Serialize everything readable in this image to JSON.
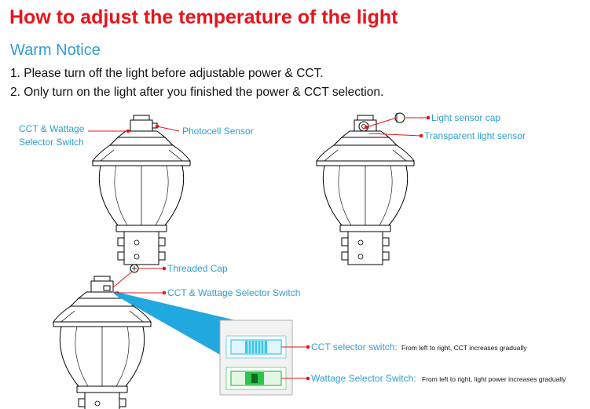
{
  "title": "How to adjust the temperature of the light",
  "subtitle": "Warm Notice",
  "notices": [
    "1. Please turn off the light before adjustable power & CCT.",
    "2. Only turn on the light after you finished the power & CCT selection."
  ],
  "labels": {
    "cct_wattage_switch_line1": "CCT & Wattage",
    "cct_wattage_switch_line2": "Selector Switch",
    "photocell_sensor": "Photocell Sensor",
    "light_sensor_cap": "Light sensor cap",
    "transparent_light_sensor": "Transparent light sensor",
    "threaded_cap": "Threaded Cap",
    "cct_wattage_selector_switch": "CCT & Wattage Selector Switch",
    "cct_selector_switch": "CCT selector switch:",
    "cct_selector_note": "From left to right, CCT increases gradually",
    "wattage_selector_switch": "Wattage Selector Switch:",
    "wattage_selector_note": "From left to right, light power increases gradually"
  },
  "colors": {
    "title": "#e8141b",
    "accent": "#2e9fd0",
    "leader": "#e8141b",
    "beam": "#20a8df",
    "cct_switch": "#3cc6e8",
    "wattage_switch": "#2ec44a"
  }
}
